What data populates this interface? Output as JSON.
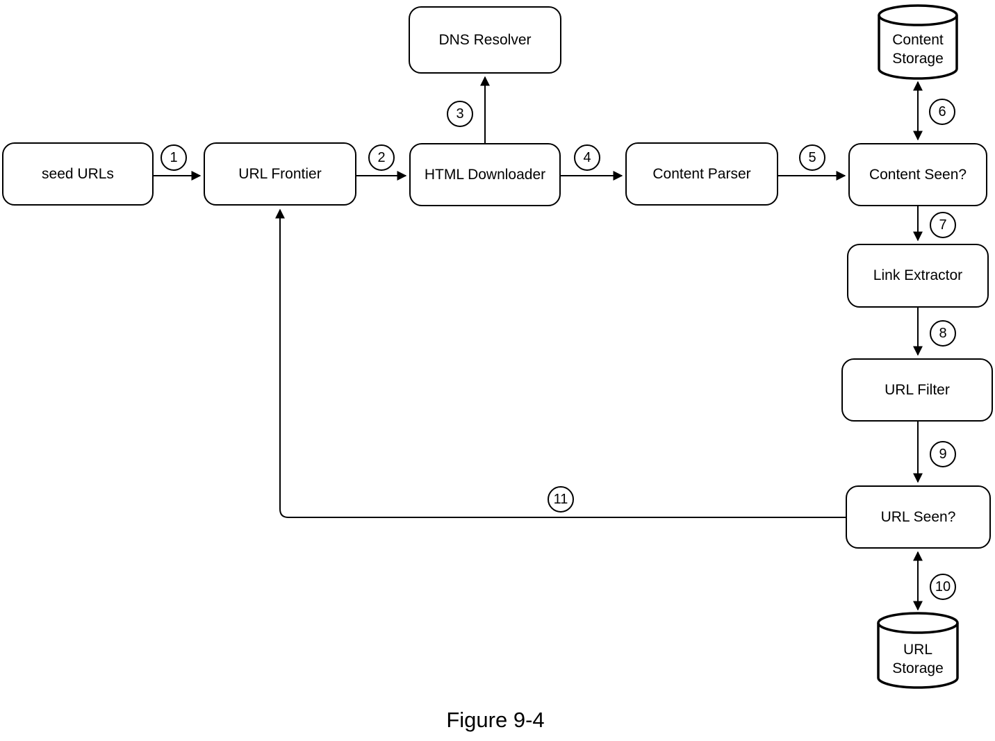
{
  "diagram": {
    "type": "flow-diagram",
    "caption": "Figure 9-4",
    "colors": {
      "stroke": "#000000",
      "background": "#ffffff",
      "node_fill": "#ffffff"
    },
    "nodes": {
      "seed_urls": "seed URLs",
      "url_frontier": "URL Frontier",
      "dns_resolver": "DNS Resolver",
      "html_downloader": "HTML Downloader",
      "content_parser": "Content Parser",
      "content_seen": "Content Seen?",
      "link_extractor": "Link Extractor",
      "url_filter": "URL Filter",
      "url_seen": "URL Seen?"
    },
    "storages": {
      "content_storage": {
        "line1": "Content",
        "line2": "Storage"
      },
      "url_storage": {
        "line1": "URL",
        "line2": "Storage"
      }
    },
    "edges": [
      {
        "step": "1",
        "from": "seed URLs",
        "to": "URL Frontier",
        "type": "arrow"
      },
      {
        "step": "2",
        "from": "URL Frontier",
        "to": "HTML Downloader",
        "type": "arrow"
      },
      {
        "step": "3",
        "from": "HTML Downloader",
        "to": "DNS Resolver",
        "type": "arrow"
      },
      {
        "step": "4",
        "from": "HTML Downloader",
        "to": "Content Parser",
        "type": "arrow"
      },
      {
        "step": "5",
        "from": "Content Parser",
        "to": "Content Seen?",
        "type": "arrow"
      },
      {
        "step": "6",
        "from": "Content Seen?",
        "to": "Content Storage",
        "type": "double-arrow"
      },
      {
        "step": "7",
        "from": "Content Seen?",
        "to": "Link Extractor",
        "type": "arrow"
      },
      {
        "step": "8",
        "from": "Link Extractor",
        "to": "URL Filter",
        "type": "arrow"
      },
      {
        "step": "9",
        "from": "URL Filter",
        "to": "URL Seen?",
        "type": "arrow"
      },
      {
        "step": "10",
        "from": "URL Seen?",
        "to": "URL Storage",
        "type": "double-arrow"
      },
      {
        "step": "11",
        "from": "URL Seen?",
        "to": "URL Frontier",
        "type": "arrow"
      }
    ]
  }
}
